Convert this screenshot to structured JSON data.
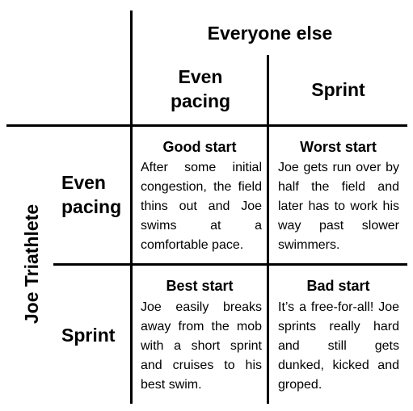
{
  "columns": {
    "group_label": "Everyone else",
    "options": [
      {
        "label": "Even pacing"
      },
      {
        "label": "Sprint"
      }
    ]
  },
  "rows": {
    "group_label": "Joe Triathlete",
    "options": [
      {
        "label": "Even pacing"
      },
      {
        "label": "Sprint"
      }
    ]
  },
  "cells": [
    {
      "title": "Good start",
      "text": "After some initial congestion, the field thins out and Joe swims at a comfortable pace."
    },
    {
      "title": "Worst start",
      "text": "Joe gets run over by half the field and later has to work his way past slower swimmers."
    },
    {
      "title": "Best start",
      "text": "Joe easily breaks away from the mob with a short sprint and cruises to his best swim."
    },
    {
      "title": "Bad start",
      "text": "It’s a free-for-all! Joe sprints really hard and still gets dunked, kicked and groped."
    }
  ]
}
